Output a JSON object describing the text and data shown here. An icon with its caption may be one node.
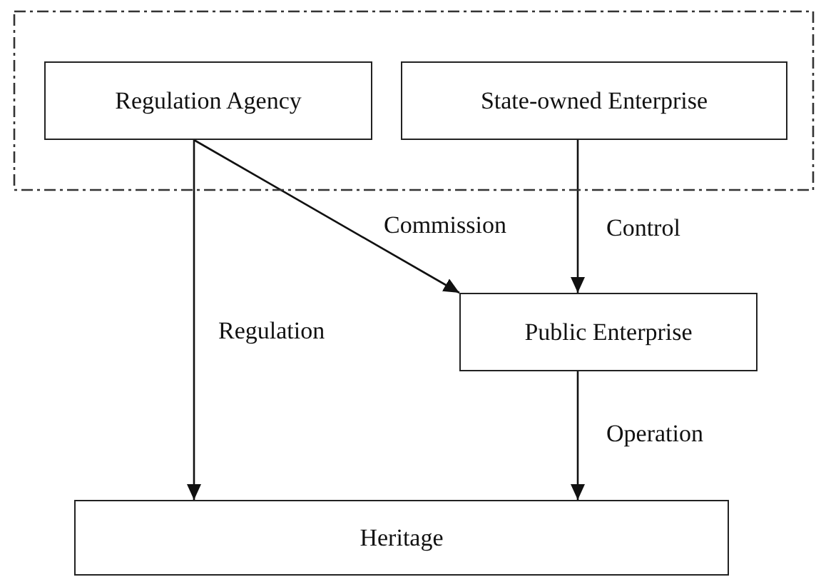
{
  "diagram": {
    "nodes": [
      {
        "text": [],
        "shape": "box"
      },
      {
        "text": [
          "Regulation Agency"
        ],
        "in": 0
      },
      {
        "text": [
          "State-owned Enterprise"
        ],
        "in": 0
      },
      {
        "text": [
          "Public Enterprise"
        ]
      },
      {
        "text": [
          "Heritage"
        ]
      }
    ],
    "edges": [
      {
        "from": 1,
        "to": 4,
        "arrow": "to",
        "label": "Regulation"
      },
      {
        "from": 1,
        "to": 3,
        "arrow": "to",
        "label": "Commission"
      },
      {
        "from": 2,
        "to": 3,
        "arrow": "to",
        "label": "Control"
      },
      {
        "from": 3,
        "to": 4,
        "arrow": "to",
        "label": "Operation"
      }
    ]
  }
}
